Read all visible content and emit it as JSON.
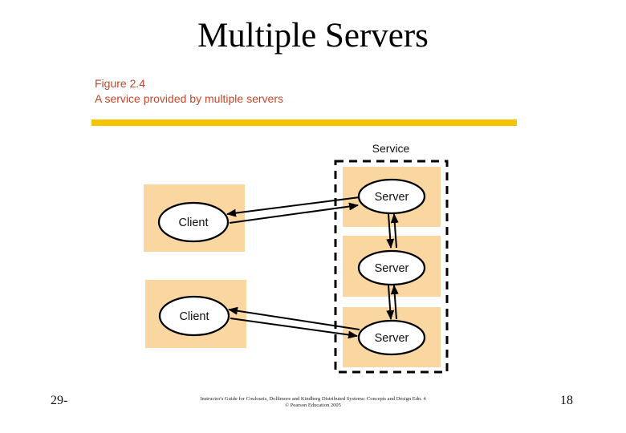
{
  "slide": {
    "title": "Multiple Servers",
    "figure": {
      "label": "Figure 2.4",
      "caption": "A service provided by multiple servers"
    },
    "footer": {
      "page_prefix": "29-",
      "attribution_line1": "Instructor's Guide for  Coulouris, Dollimore and Kindberg   Distributed Systems: Concepts and Design   Edn. 4",
      "attribution_line2": "©  Pearson Education 2005",
      "page_number": "18"
    }
  },
  "diagram": {
    "service_label": "Service",
    "servers": [
      {
        "label": "Server"
      },
      {
        "label": "Server"
      },
      {
        "label": "Server"
      }
    ],
    "clients": [
      {
        "label": "Client"
      },
      {
        "label": "Client"
      }
    ]
  },
  "colors": {
    "accent_text": "#C5472B",
    "divider_yellow": "#F5C400",
    "node_box_fill": "#FAD7A0",
    "diagram_stroke": "#000000"
  }
}
